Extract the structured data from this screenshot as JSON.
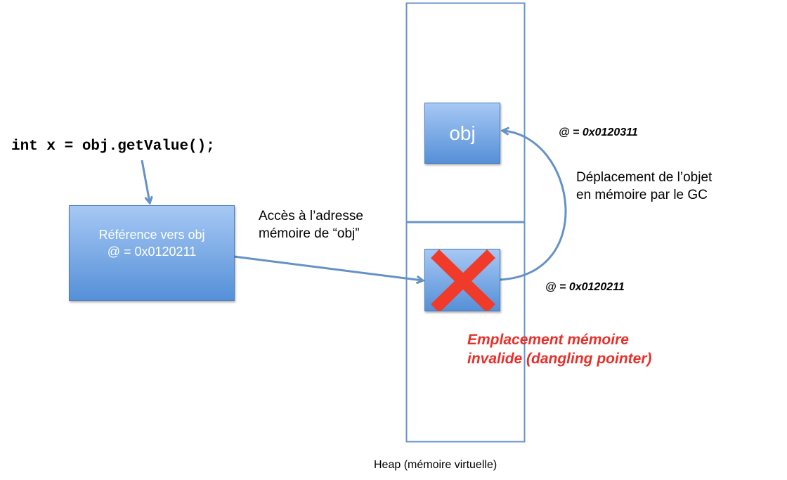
{
  "code_line": "int x = obj.getValue();",
  "reference_box": {
    "line1": "Référence vers obj",
    "line2": "@ = 0x0120211"
  },
  "access_label": {
    "line1": "Accès à l’adresse",
    "line2": "mémoire de “obj”"
  },
  "obj_box": {
    "label": "obj"
  },
  "new_address": "@ = 0x0120311",
  "old_address": "@ = 0x0120211",
  "move_label": {
    "line1": "Déplacement de l’objet",
    "line2": "en mémoire par le GC"
  },
  "invalid_label": {
    "line1": "Emplacement mémoire",
    "line2": "invalide (dangling pointer)"
  },
  "heap_caption": "Heap (mémoire virtuelle)",
  "colors": {
    "arrow": "#6592c4",
    "cross": "#f03a2a",
    "invalid_text": "#e8302a",
    "heap_border": "#6a94c8"
  }
}
